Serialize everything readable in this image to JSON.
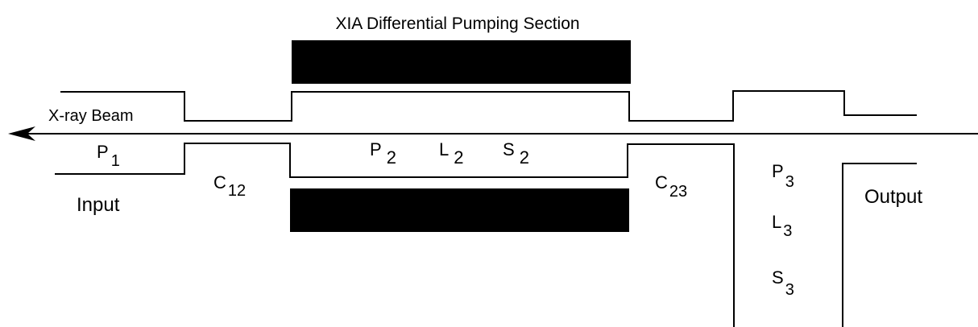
{
  "title": "XIA Differential Pumping Section",
  "beam_label": "X-ray Beam",
  "input_label": "Input",
  "output_label": "Output",
  "stage1": {
    "p": {
      "base": "P",
      "sub": "1"
    }
  },
  "stage2": {
    "p": {
      "base": "P",
      "sub": "2"
    },
    "l": {
      "base": "L",
      "sub": "2"
    },
    "s": {
      "base": "S",
      "sub": "2"
    }
  },
  "stage3": {
    "p": {
      "base": "P",
      "sub": "3"
    },
    "l": {
      "base": "L",
      "sub": "3"
    },
    "s": {
      "base": "S",
      "sub": "3"
    }
  },
  "conductances": {
    "c12": {
      "base": "C",
      "sub": "12"
    },
    "c23": {
      "base": "C",
      "sub": "23"
    }
  },
  "colors": {
    "ink": "#000000",
    "background": "#ffffff"
  }
}
